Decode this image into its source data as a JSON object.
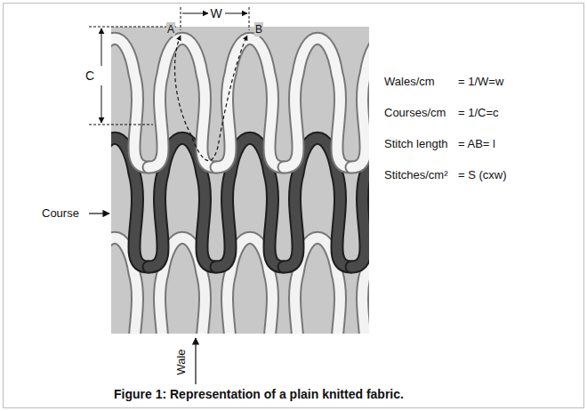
{
  "diagram": {
    "caption": "Figure 1: Representation of a plain knitted fabric.",
    "labels": [
      "W",
      "C",
      "A",
      "B",
      "Wales/cm",
      "= 1/W=w",
      "Courses/cm",
      "= 1/C=c",
      "Stitch length",
      "= AB= l",
      "Stitches/cm²",
      "= S (cxw)",
      "Course",
      "Wale"
    ]
  }
}
